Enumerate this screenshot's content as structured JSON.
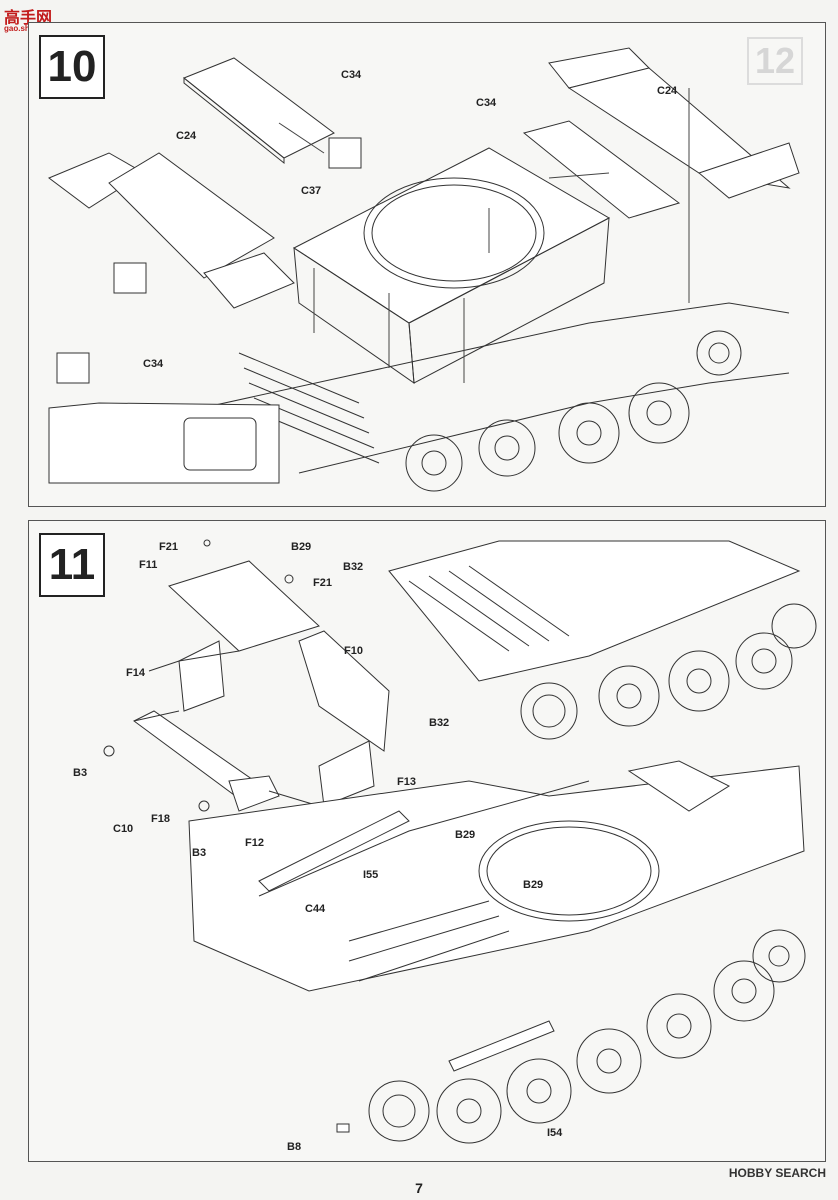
{
  "watermark_logo": {
    "text": "高手网",
    "sub": "gao.shou.com"
  },
  "step10": {
    "number": "10",
    "ghost_number": "12",
    "labels": {
      "c34_top": "C34",
      "c24_right": "C24",
      "c34_mid": "C34",
      "c24_left": "C24",
      "c37": "C37",
      "c34_panel": "C34"
    }
  },
  "step11": {
    "number": "11",
    "labels": {
      "f21_a": "F21",
      "b29_a": "B29",
      "f11": "F11",
      "f21_b": "F21",
      "b32_a": "B32",
      "f10": "F10",
      "f14": "F14",
      "b32_b": "B32",
      "b3_a": "B3",
      "c10": "C10",
      "f18": "F18",
      "f12": "F12",
      "b3_b": "B3",
      "f13": "F13",
      "b29_b": "B29",
      "i55": "I55",
      "b29_c": "B29",
      "c44": "C44",
      "i54": "I54",
      "b8": "B8"
    }
  },
  "page_number": "7",
  "source_watermark": "HOBBY SEARCH"
}
